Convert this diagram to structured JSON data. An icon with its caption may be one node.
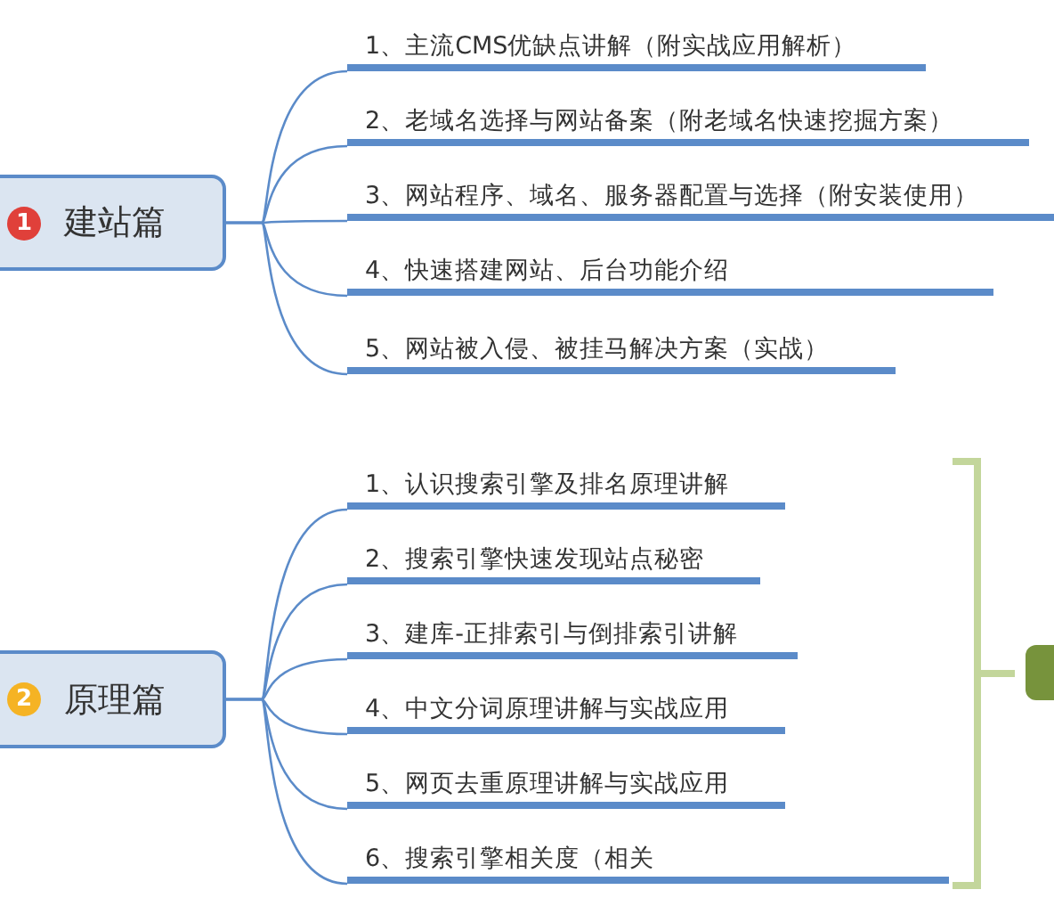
{
  "diagram": {
    "nodes": [
      {
        "text": [
          "1",
          "建站篇"
        ]
      },
      {
        "text": [
          "1、主流CMS优缺点讲解（附实战应用解析）"
        ]
      },
      {
        "text": [
          "2、老域名选择与网站备案（附老域名快速挖掘方案）"
        ]
      },
      {
        "text": [
          "3、网站程序、域名、服务器配置与选择（附安装使用）"
        ]
      },
      {
        "text": [
          "4、快速搭建网站、后台功能介绍"
        ]
      },
      {
        "text": [
          "5、网站被入侵、被挂马解决方案（实战）"
        ]
      },
      {
        "text": [
          "2",
          "原理篇"
        ]
      },
      {
        "text": [
          "1、认识搜索引擎及排名原理讲解"
        ]
      },
      {
        "text": [
          "2、搜索引擎快速发现站点秘密"
        ]
      },
      {
        "text": [
          "3、建库-正排索引与倒排索引讲解"
        ]
      },
      {
        "text": [
          "4、中文分词原理讲解与实战应用"
        ]
      },
      {
        "text": [
          "5、网页去重原理讲解与实战应用"
        ]
      },
      {
        "text": [
          "6、搜索引擎相关度（相关"
        ]
      },
      {
        "text": [],
        "shape": "box"
      }
    ],
    "edges": [
      {
        "from": 0,
        "to": 1,
        "arrow": "none"
      },
      {
        "from": 0,
        "to": 2,
        "arrow": "none"
      },
      {
        "from": 0,
        "to": 3,
        "arrow": "none"
      },
      {
        "from": 0,
        "to": 4,
        "arrow": "none"
      },
      {
        "from": 0,
        "to": 5,
        "arrow": "none"
      },
      {
        "from": 6,
        "to": 7,
        "arrow": "none"
      },
      {
        "from": 6,
        "to": 8,
        "arrow": "none"
      },
      {
        "from": 6,
        "to": 9,
        "arrow": "none"
      },
      {
        "from": 6,
        "to": 10,
        "arrow": "none"
      },
      {
        "from": 6,
        "to": 11,
        "arrow": "none"
      },
      {
        "from": 6,
        "to": 12,
        "arrow": "none"
      }
    ]
  }
}
